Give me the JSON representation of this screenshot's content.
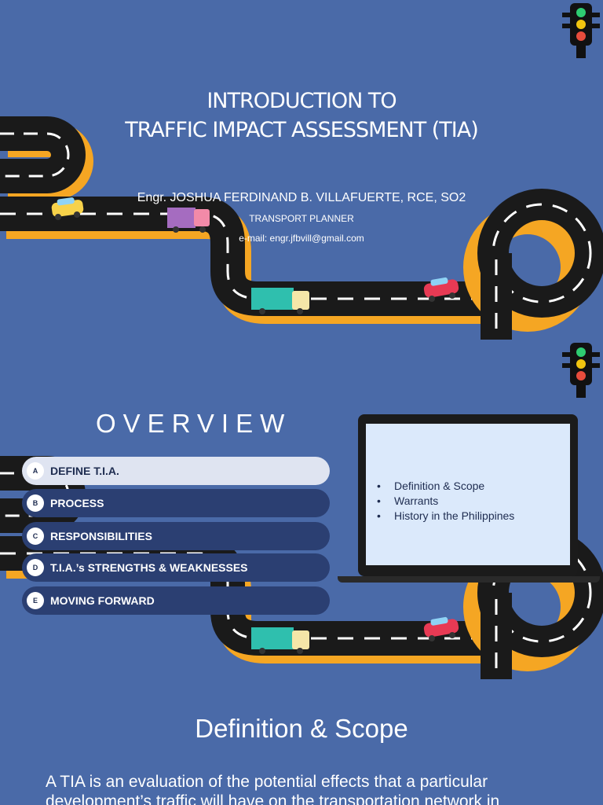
{
  "slide1": {
    "title_line1": "INTRODUCTION TO",
    "title_line2": "TRAFFIC IMPACT ASSESSMENT (TIA)",
    "author": "Engr. JOSHUA FERDINAND B. VILLAFUERTE, RCE, SO2",
    "role": "TRANSPORT PLANNER",
    "email": "e-mail: engr.jfbvill@gmail.com"
  },
  "slide2": {
    "heading": "OVERVIEW",
    "menu": [
      {
        "badge": "A",
        "label": "DEFINE T.I.A.",
        "active": true
      },
      {
        "badge": "B",
        "label": "PROCESS",
        "active": false
      },
      {
        "badge": "C",
        "label": "RESPONSIBILITIES",
        "active": false
      },
      {
        "badge": "D",
        "label": "T.I.A.’s STRENGTHS & WEAKNESSES",
        "active": false
      },
      {
        "badge": "E",
        "label": "MOVING FORWARD",
        "active": false
      }
    ],
    "bullets": [
      "Definition & Scope",
      "Warrants",
      "History in the Philippines"
    ],
    "bullet_glyph": "•"
  },
  "slide3": {
    "heading": "Definition & Scope",
    "paragraph": "A TIA is an evaluation of the potential effects that a particular development’s traffic will have on the transportation network in"
  },
  "colors": {
    "background": "#4a6aa8",
    "road": "#1a1a1a",
    "road_shadow": "#f5a623",
    "menu_item": "#2b3f72",
    "menu_active": "#dfe4f1"
  }
}
